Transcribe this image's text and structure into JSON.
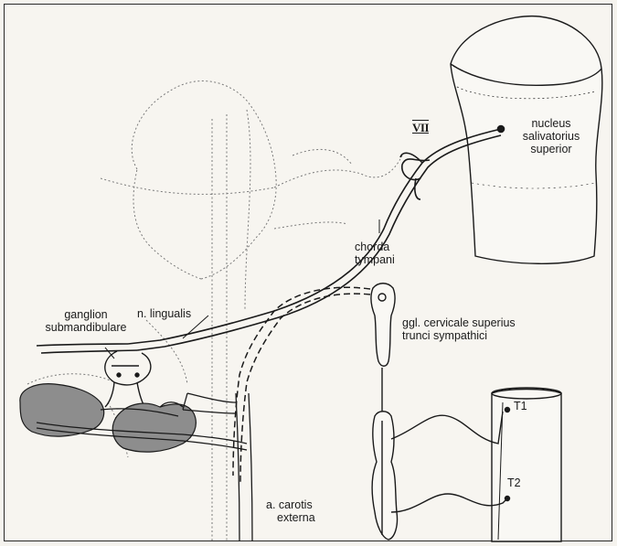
{
  "labels": {
    "cranial_nerve": "VII",
    "nucleus_line1": "nucleus",
    "nucleus_line2": "salivatorius",
    "nucleus_line3": "superior",
    "chorda_line1": "chorda",
    "chorda_line2": "tympani",
    "lingual_nerve": "n. lingualis",
    "ganglion_line1": "ganglion",
    "ganglion_line2": "submandibulare",
    "cervical_line1": "ggl. cervicale superius",
    "cervical_line2": "trunci sympathici",
    "spinal_t1": "T1",
    "spinal_t2": "T2",
    "artery_line1": "a. carotis",
    "artery_line2": "externa"
  },
  "colors": {
    "ink": "#1a1a1a",
    "gland_fill": "#8d8d8d",
    "paper": "#f7f5f0"
  }
}
